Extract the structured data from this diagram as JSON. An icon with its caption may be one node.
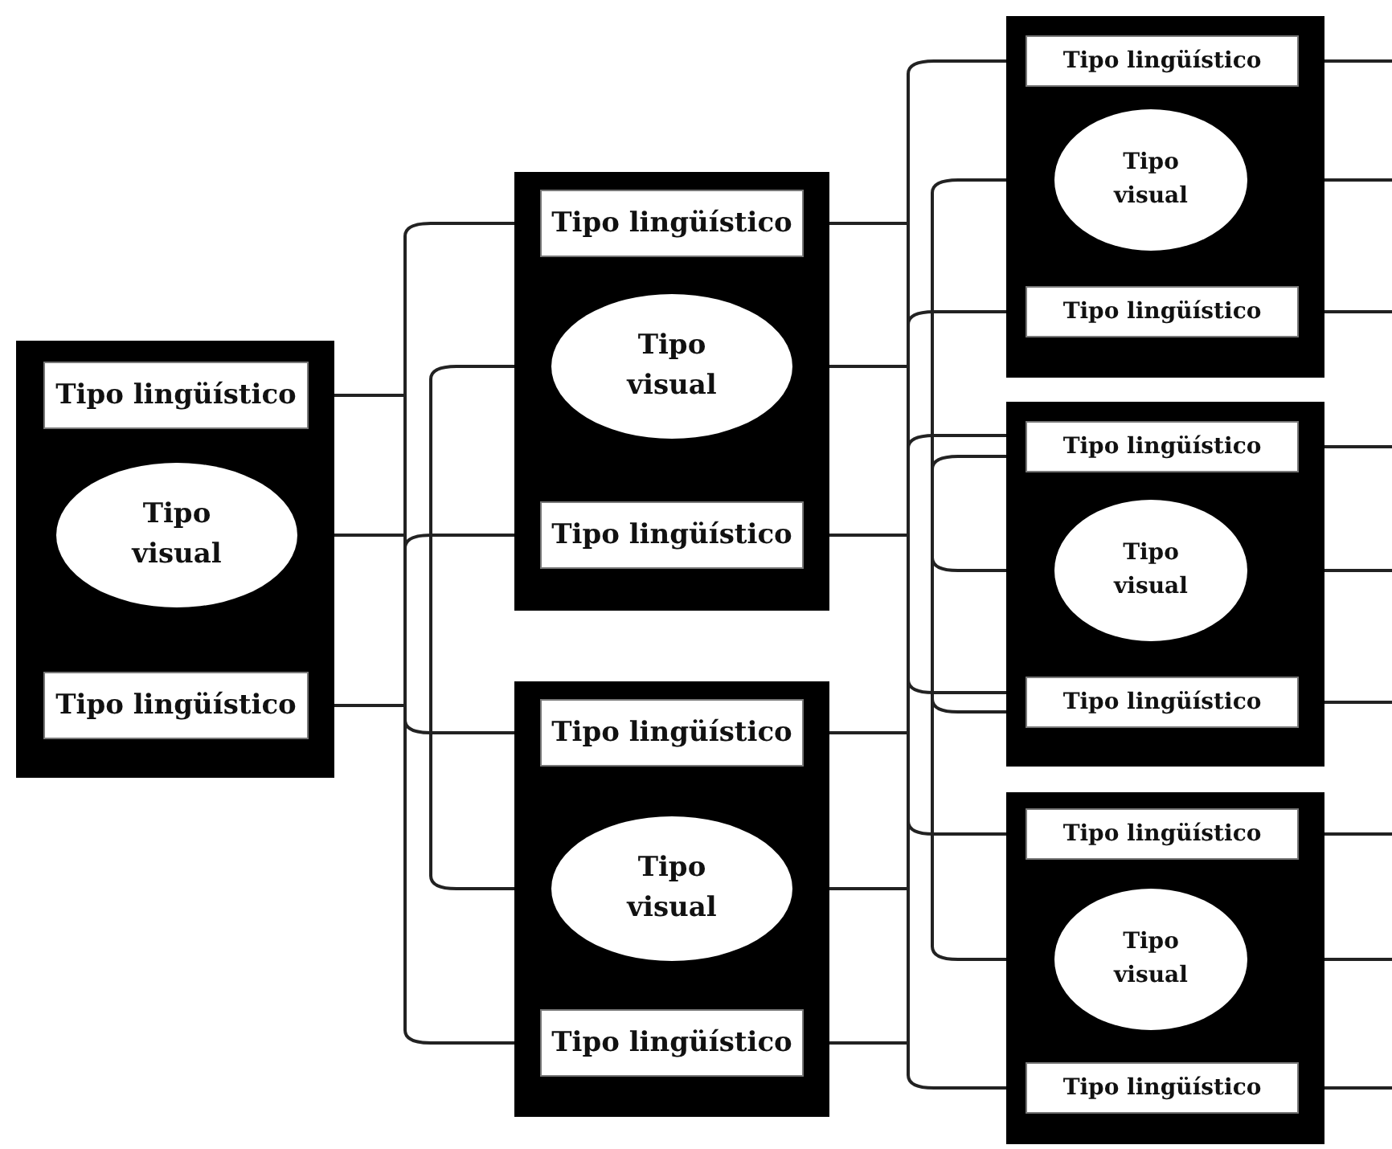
{
  "diagram": {
    "nodes": [
      {
        "text": [],
        "shape": "box"
      },
      {
        "text": [
          "Tipo lingüístico"
        ],
        "in": 0
      },
      {
        "text": [
          "Tipo visual"
        ],
        "in": 0
      },
      {
        "text": [
          "Tipo lingüístico"
        ],
        "in": 0
      },
      {
        "text": [],
        "shape": "box"
      },
      {
        "text": [
          "Tipo lingüístico"
        ],
        "in": 4
      },
      {
        "text": [
          "Tipo visual"
        ],
        "in": 4
      },
      {
        "text": [
          "Tipo lingüístico"
        ],
        "in": 4
      },
      {
        "text": [],
        "shape": "box"
      },
      {
        "text": [
          "Tipo lingüístico"
        ],
        "in": 8
      },
      {
        "text": [
          "Tipo visual"
        ],
        "in": 8
      },
      {
        "text": [
          "Tipo lingüístico"
        ],
        "in": 8
      },
      {
        "text": [],
        "shape": "box"
      },
      {
        "text": [
          "Tipo lingüístico"
        ],
        "in": 12
      },
      {
        "text": [
          "Tipo visual"
        ],
        "in": 12
      },
      {
        "text": [
          "Tipo lingüístico"
        ],
        "in": 12
      },
      {
        "text": [],
        "shape": "box"
      },
      {
        "text": [
          "Tipo lingüístico"
        ],
        "in": 16
      },
      {
        "text": [
          "Tipo visual"
        ],
        "in": 16
      },
      {
        "text": [
          "Tipo lingüístico"
        ],
        "in": 16
      },
      {
        "text": [],
        "shape": "box"
      },
      {
        "text": [
          "Tipo lingüístico"
        ],
        "in": 20
      },
      {
        "text": [
          "Tipo visual"
        ],
        "in": 20
      },
      {
        "text": [
          "Tipo lingüístico"
        ],
        "in": 20
      },
      {
        "text": [],
        "shape": "bar"
      },
      {
        "text": [],
        "shape": "bar"
      },
      {
        "text": [],
        "shape": "bar"
      },
      {
        "text": [],
        "shape": "bar"
      }
    ],
    "edges": [
      {
        "from": 1,
        "to": 24,
        "arrow": "none"
      },
      {
        "from": 2,
        "to": 24,
        "arrow": "none"
      },
      {
        "from": 3,
        "to": 24,
        "arrow": "none"
      },
      {
        "from": 24,
        "to": 5,
        "arrow": "none"
      },
      {
        "from": 24,
        "to": 7,
        "arrow": "none"
      },
      {
        "from": 24,
        "to": 9,
        "arrow": "none"
      },
      {
        "from": 24,
        "to": 11,
        "arrow": "none"
      },
      {
        "from": 25,
        "to": 6,
        "arrow": "none"
      },
      {
        "from": 25,
        "to": 10,
        "arrow": "none"
      },
      {
        "from": 5,
        "to": 26,
        "arrow": "none"
      },
      {
        "from": 6,
        "to": 26,
        "arrow": "none"
      },
      {
        "from": 7,
        "to": 26,
        "arrow": "none"
      },
      {
        "from": 9,
        "to": 26,
        "arrow": "none"
      },
      {
        "from": 10,
        "to": 26,
        "arrow": "none"
      },
      {
        "from": 11,
        "to": 26,
        "arrow": "none"
      },
      {
        "from": 26,
        "to": 13,
        "arrow": "none"
      },
      {
        "from": 26,
        "to": 15,
        "arrow": "none"
      },
      {
        "from": 26,
        "to": 17,
        "arrow": "none"
      },
      {
        "from": 26,
        "to": 19,
        "arrow": "none"
      },
      {
        "from": 26,
        "to": 21,
        "arrow": "none"
      },
      {
        "from": 26,
        "to": 23,
        "arrow": "none"
      },
      {
        "from": 27,
        "to": 14,
        "arrow": "none"
      },
      {
        "from": 27,
        "to": 17,
        "arrow": "none"
      },
      {
        "from": 27,
        "to": 18,
        "arrow": "none"
      },
      {
        "from": 27,
        "to": 19,
        "arrow": "none"
      },
      {
        "from": 27,
        "to": 22,
        "arrow": "none"
      },
      {
        "from": 13,
        "to": null,
        "arrow": "none"
      },
      {
        "from": 14,
        "to": null,
        "arrow": "none"
      },
      {
        "from": 15,
        "to": null,
        "arrow": "none"
      },
      {
        "from": 17,
        "to": null,
        "arrow": "none"
      },
      {
        "from": 18,
        "to": null,
        "arrow": "none"
      },
      {
        "from": 19,
        "to": null,
        "arrow": "none"
      },
      {
        "from": 21,
        "to": null,
        "arrow": "none"
      },
      {
        "from": 22,
        "to": null,
        "arrow": "none"
      },
      {
        "from": 23,
        "to": null,
        "arrow": "none"
      }
    ]
  }
}
